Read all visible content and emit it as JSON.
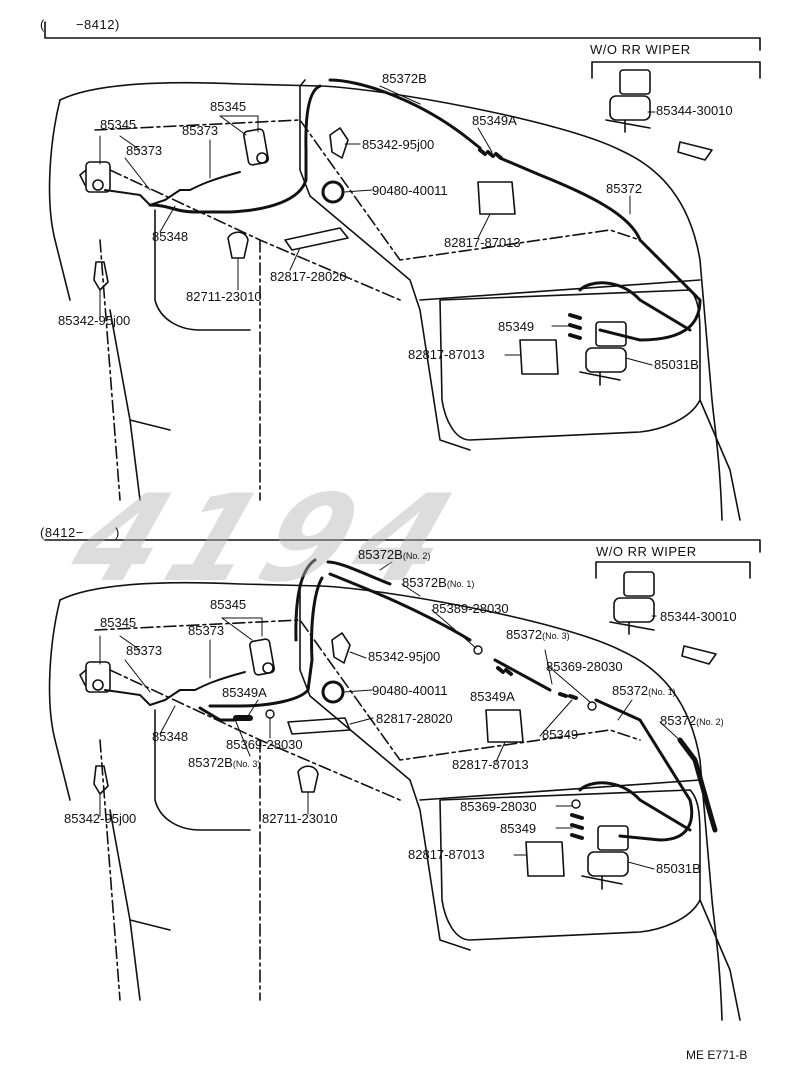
{
  "sections": {
    "top": {
      "range": "(　　 −8412)",
      "option_title": "W/O RR WIPER"
    },
    "bottom": {
      "range": "(8412−　　 )",
      "option_title": "W/O RR WIPER"
    }
  },
  "top_labels": {
    "p85345": "85345",
    "p85345b": "85345",
    "p85373a": "85373",
    "p85373b": "85373",
    "p85372B": "85372B",
    "p85349A": "85349A",
    "p85342_95j00": "85342-95j00",
    "p90480_40011": "90480-40011",
    "p85372": "85372",
    "p85348": "85348",
    "p82817_87013": "82817-87013",
    "p82817_28020": "82817-28020",
    "p82711_23010": "82711-23010",
    "p85342_95j00b": "85342-95j00",
    "p85349": "85349",
    "p82817_87013b": "82817-87013",
    "p85031B": "85031B",
    "p85344_30010": "85344-30010"
  },
  "bottom_labels": {
    "p85345": "85345",
    "p85345b": "85345",
    "p85373a": "85373",
    "p85373b": "85373",
    "p85372B_no2": "85372B",
    "p85372B_no2_sub": "(No. 2)",
    "p85372B_no1": "85372B",
    "p85372B_no1_sub": "(No. 1)",
    "p85389_a": "85389-28030",
    "p85342_95j00": "85342-95j00",
    "p85372_no3": "85372",
    "p85372_no3_sub": "(No. 3)",
    "p85369_b": "85369-28030",
    "p90480_40011": "90480-40011",
    "p85349A_left": "85349A",
    "p85349A_mid": "85349A",
    "p82817_28020": "82817-28020",
    "p85372_no1": "85372",
    "p85372_no1_sub": "(No. 1)",
    "p85372_no2": "85372",
    "p85372_no2_sub": "(No. 2)",
    "p85348": "85348",
    "p85369_c": "85369-28030",
    "p85349": "85349",
    "p85372B_no3": "85372B",
    "p85372B_no3_sub": "(No. 3)",
    "p82817_87013": "82817-87013",
    "p82711_23010": "82711-23010",
    "p85342_95j00b": "85342-95j00",
    "p85369_d": "85369-28030",
    "p85349b": "85349",
    "p82817_87013b": "82817-87013",
    "p85031B": "85031B",
    "p85344_30010": "85344-30010"
  },
  "footer": {
    "code": "ME E771-B"
  },
  "watermark": {
    "text": "4194"
  },
  "colors": {
    "ink": "#111111",
    "watermark": "#b4b4b4"
  }
}
